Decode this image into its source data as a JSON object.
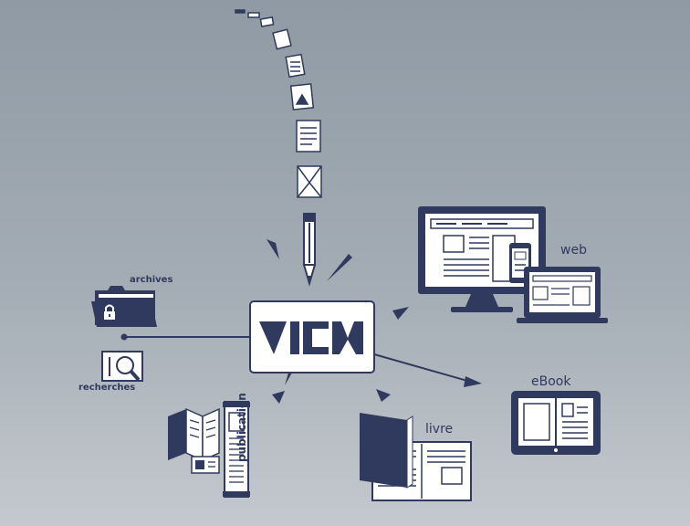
{
  "labels": {
    "archives": "archives",
    "recherches": "recherches",
    "web": "web",
    "ebook": "eBook",
    "livre": "livre",
    "publication": "publication"
  },
  "icons": [
    "documents-stack-icon",
    "pencil-icon",
    "logo-icon",
    "folder-lock-icon",
    "search-icon",
    "desktop-icon",
    "tablet-icon",
    "book-icon",
    "brochure-icon"
  ],
  "colors": {
    "accent": "#2f3a5e",
    "white": "#ffffff",
    "background_top": "#8f9aa4",
    "background_bottom": "#c4c9ce"
  }
}
